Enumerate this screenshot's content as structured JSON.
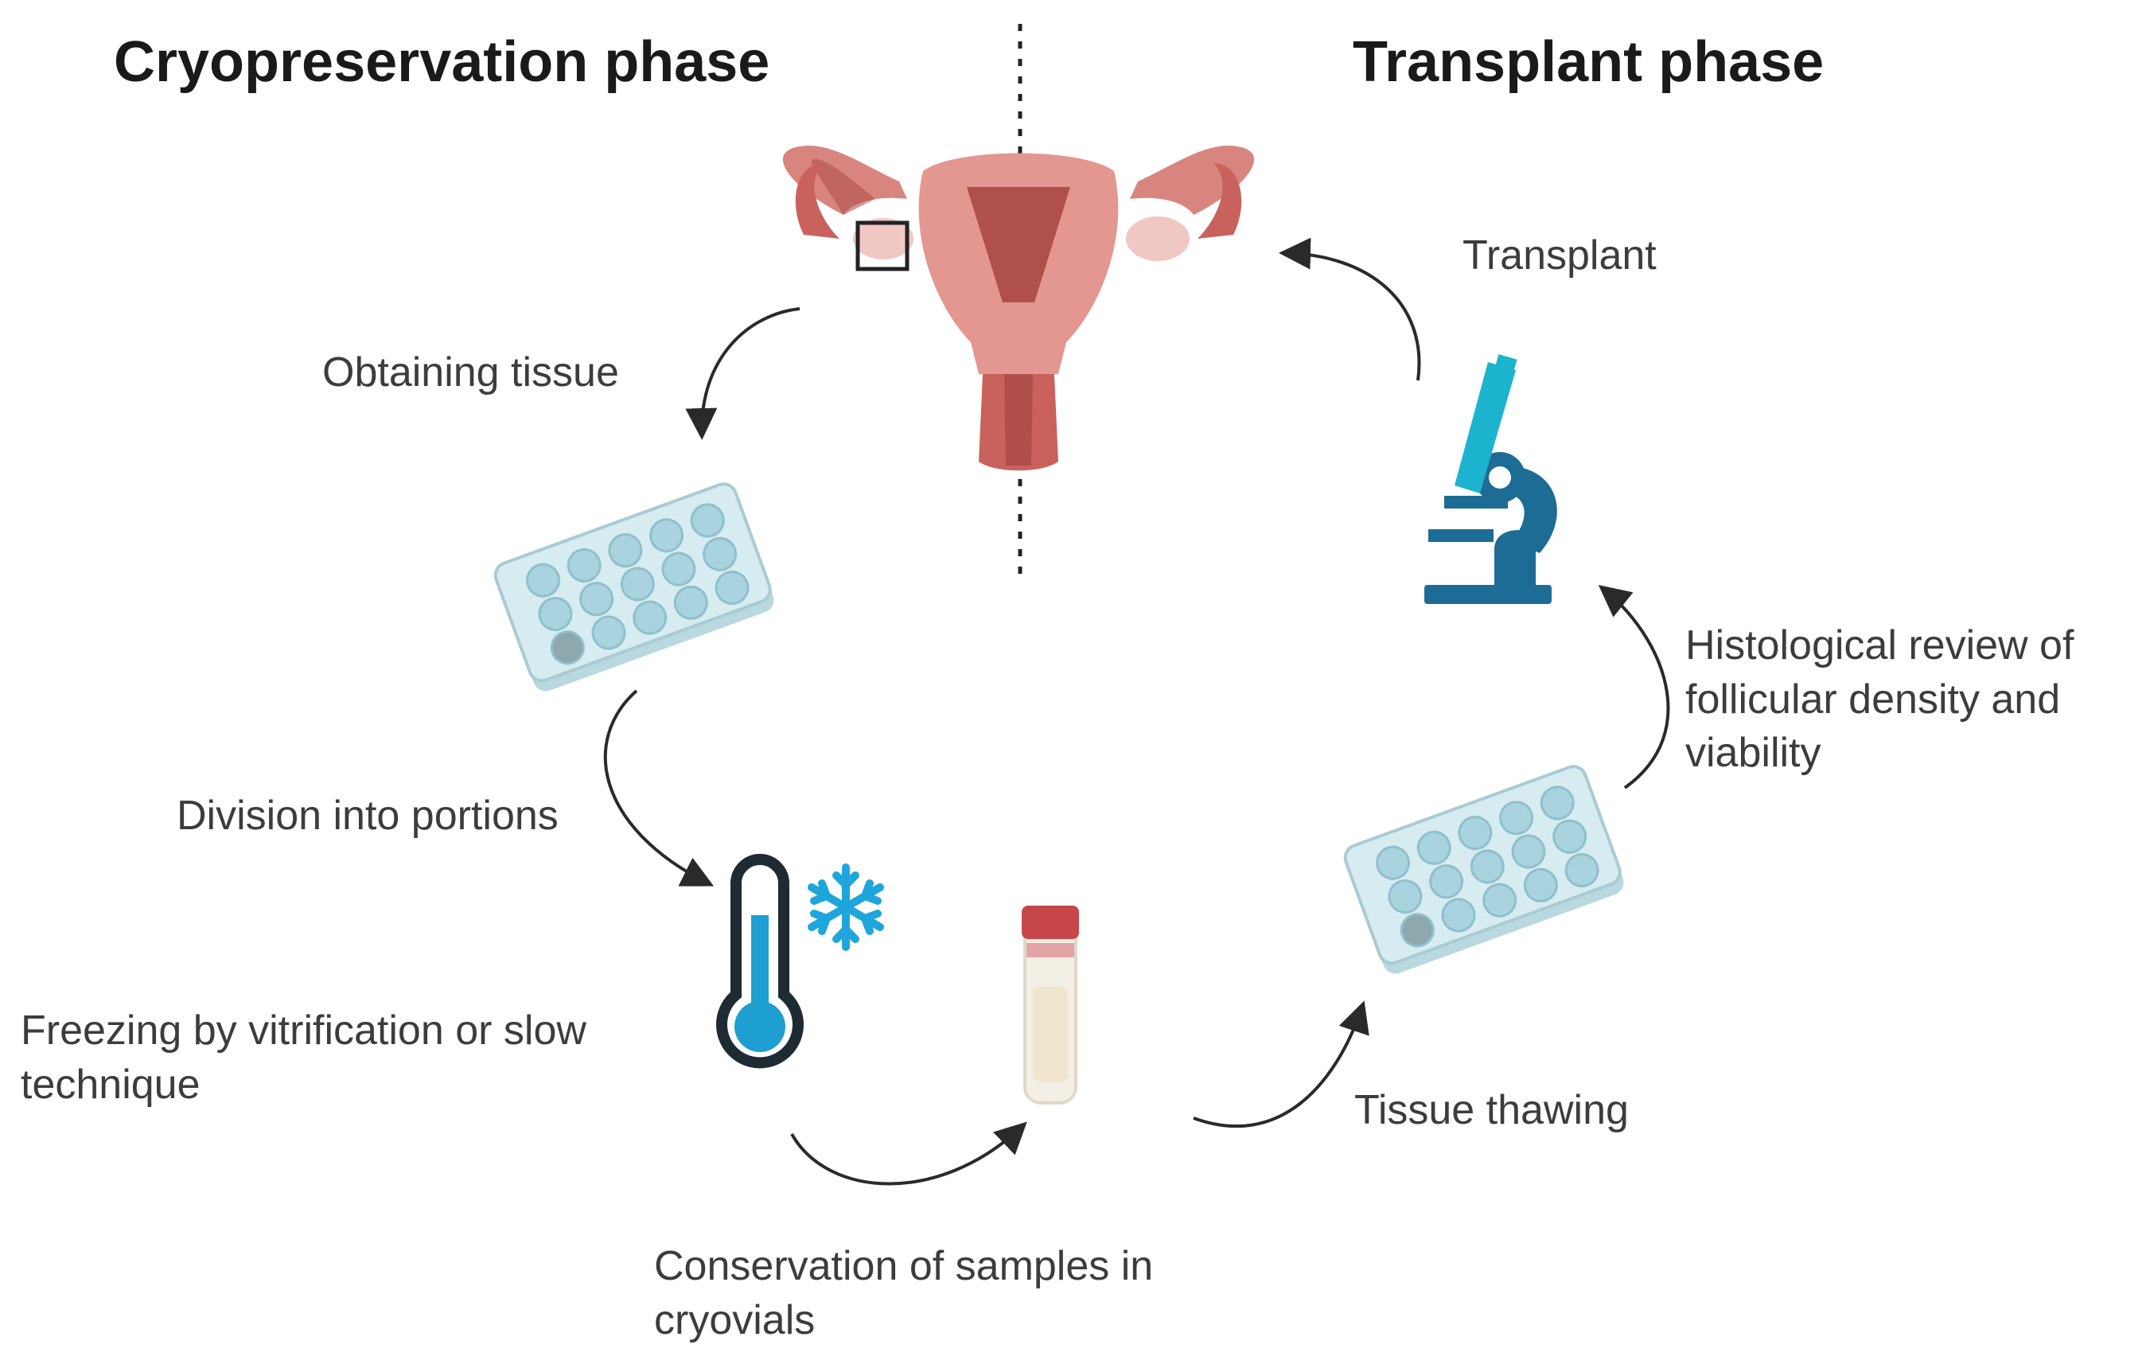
{
  "headings": {
    "left": "Cryopreservation phase",
    "right": "Transplant phase"
  },
  "steps": [
    {
      "id": "obtaining",
      "label": "Obtaining tissue"
    },
    {
      "id": "division",
      "label": "Division into portions"
    },
    {
      "id": "freezing",
      "label": "Freezing by vitrification or slow technique"
    },
    {
      "id": "conservation",
      "label": "Conservation of samples in cryovials"
    },
    {
      "id": "thawing",
      "label": "Tissue thawing"
    },
    {
      "id": "histology",
      "label": "Histological review of follicular density and viability"
    },
    {
      "id": "transplant",
      "label": "Transplant"
    }
  ],
  "icons": [
    "uterus-ovaries-icon",
    "biopsy-square-icon",
    "culture-plate-icon",
    "thermometer-icon",
    "snowflake-icon",
    "cryovial-icon",
    "microscope-icon"
  ],
  "colors": {
    "uterus": "#d9857f",
    "uterus_dark": "#b0504c",
    "plate": "#cfe7ec",
    "thermometer_fill": "#1e9fd1",
    "snowflake": "#1ea6dc",
    "vial_cap": "#c6464a",
    "microscope_main": "#1d6c95",
    "microscope_accent": "#1cb3cf",
    "arrow": "#2a2a2a"
  }
}
